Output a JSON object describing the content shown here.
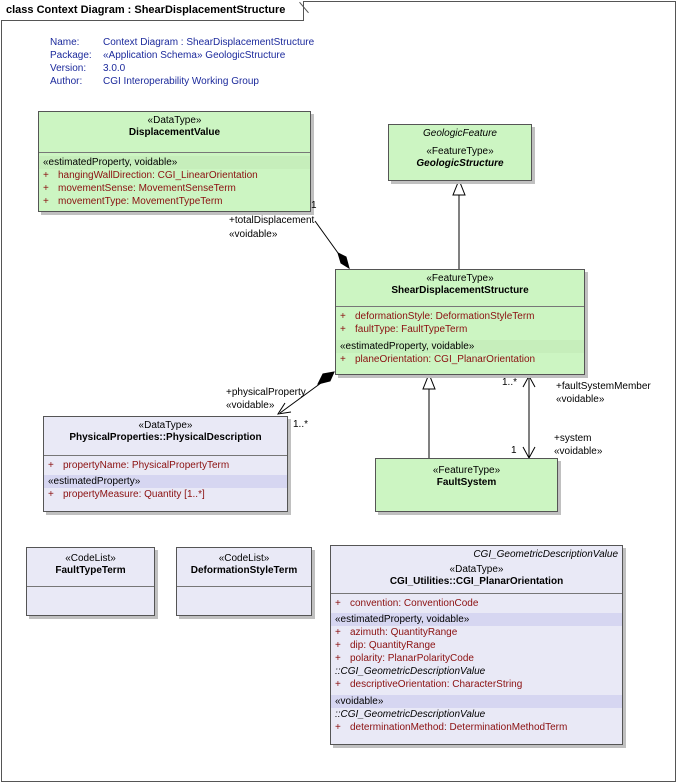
{
  "frame": {
    "title": "class Context Diagram : ShearDisplacementStructure"
  },
  "meta": [
    {
      "key": "Name:",
      "value": "Context Diagram : ShearDisplacementStructure"
    },
    {
      "key": "Package:",
      "value": "«Application Schema» GeologicStructure"
    },
    {
      "key": "Version:",
      "value": "3.0.0"
    },
    {
      "key": "Author:",
      "value": "CGI Interoperability Working Group"
    }
  ],
  "displacementValue": {
    "stereotype": "«DataType»",
    "name": "DisplacementValue",
    "tag": "«estimatedProperty, voidable»",
    "attrs": [
      {
        "plus": "+",
        "text": "hangingWallDirection:  CGI_LinearOrientation"
      },
      {
        "plus": "+",
        "text": "movementSense:  MovementSenseTerm"
      },
      {
        "plus": "+",
        "text": "movementType:  MovementTypeTerm"
      }
    ]
  },
  "geologicStructure": {
    "parent": "GeologicFeature",
    "stereotype": "«FeatureType»",
    "name": "GeologicStructure"
  },
  "shearDisplacement": {
    "stereotype": "«FeatureType»",
    "name": "ShearDisplacementStructure",
    "attrs": [
      {
        "plus": "+",
        "text": "deformationStyle:  DeformationStyleTerm"
      },
      {
        "plus": "+",
        "text": "faultType:  FaultTypeTerm"
      }
    ],
    "tag": "«estimatedProperty, voidable»",
    "attrs2": [
      {
        "plus": "+",
        "text": "planeOrientation:  CGI_PlanarOrientation"
      }
    ]
  },
  "physicalDescription": {
    "stereotype": "«DataType»",
    "name": "PhysicalProperties::PhysicalDescription",
    "attrs": [
      {
        "plus": "+",
        "text": "propertyName:  PhysicalPropertyTerm"
      }
    ],
    "tag": "«estimatedProperty»",
    "attrs2": [
      {
        "plus": "+",
        "text": "propertyMeasure:  Quantity [1..*]"
      }
    ]
  },
  "faultSystem": {
    "stereotype": "«FeatureType»",
    "name": "FaultSystem"
  },
  "faultTypeTerm": {
    "stereotype": "«CodeList»",
    "name": "FaultTypeTerm"
  },
  "deformationStyleTerm": {
    "stereotype": "«CodeList»",
    "name": "DeformationStyleTerm"
  },
  "planarOrientation": {
    "parent": "CGI_GeometricDescriptionValue",
    "stereotype": "«DataType»",
    "name": "CGI_Utilities::CGI_PlanarOrientation",
    "attrs": [
      {
        "plus": "+",
        "text": "convention:  ConventionCode"
      }
    ],
    "tag": "«estimatedProperty, voidable»",
    "attrs2": [
      {
        "plus": "+",
        "text": "azimuth:  QuantityRange"
      },
      {
        "plus": "+",
        "text": "dip:  QuantityRange"
      },
      {
        "plus": "+",
        "text": "polarity:  PlanarPolarityCode"
      }
    ],
    "inherited1": "::CGI_GeometricDescriptionValue",
    "attrs3": [
      {
        "plus": "+",
        "text": "descriptiveOrientation:  CharacterString"
      }
    ],
    "tag2": "«voidable»",
    "inherited2": "::CGI_GeometricDescriptionValue",
    "attrs4": [
      {
        "plus": "+",
        "text": "determinationMethod:  DeterminationMethodTerm"
      }
    ]
  },
  "labels": {
    "totalDisp": "+totalDisplacement",
    "totalDispVoid": "«voidable»",
    "totalDispMult": "1",
    "physProp": "+physicalProperty",
    "physPropVoid": "«voidable»",
    "physPropMult": "1..*",
    "fsmMult": "1..*",
    "fsm": "+faultSystemMember",
    "fsmVoid": "«voidable»",
    "sysMult": "1",
    "sys": "+system",
    "sysVoid": "«voidable»"
  }
}
